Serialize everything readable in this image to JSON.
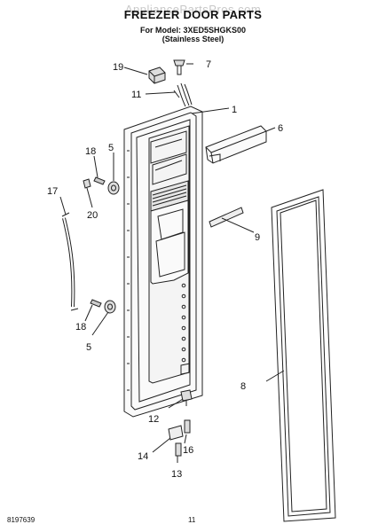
{
  "watermark": "AppliancePartsPros.com",
  "title": "FREEZER DOOR PARTS",
  "model_line": "For Model: 3XED5SHGKS00",
  "finish_line": "(Stainless Steel)",
  "footer": {
    "doc_number": "8197639",
    "page_number": "11"
  },
  "callouts": {
    "c1": "1",
    "c5a": "5",
    "c5b": "5",
    "c6": "6",
    "c7": "7",
    "c8": "8",
    "c9": "9",
    "c11": "11",
    "c12": "12",
    "c13": "13",
    "c14": "14",
    "c16": "16",
    "c17": "17",
    "c18a": "18",
    "c18b": "18",
    "c19": "19",
    "c20": "20"
  }
}
